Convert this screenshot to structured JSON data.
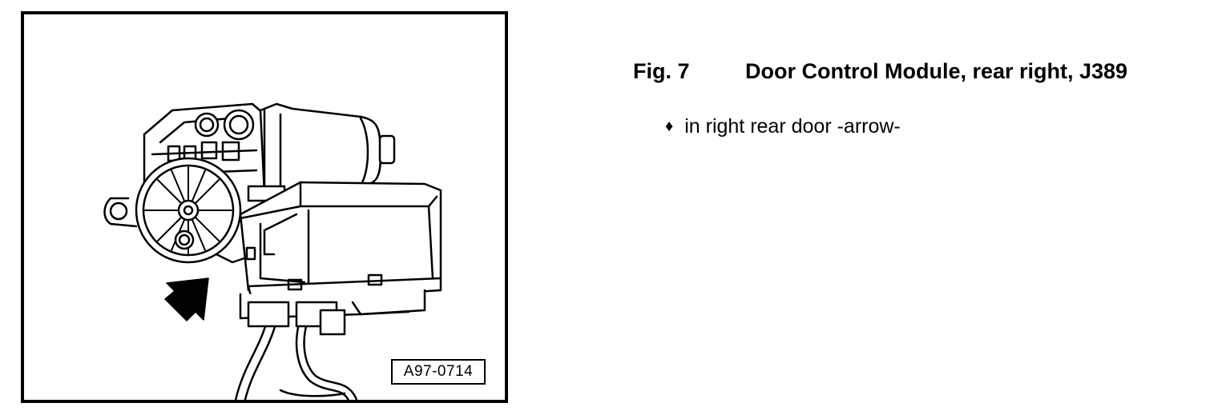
{
  "figure": {
    "number": "Fig. 7",
    "title": "Door Control Module, rear right, J389",
    "image_code": "A97-0714"
  },
  "notes": [
    {
      "bullet": "♦",
      "text": "in right rear door -arrow-"
    }
  ]
}
